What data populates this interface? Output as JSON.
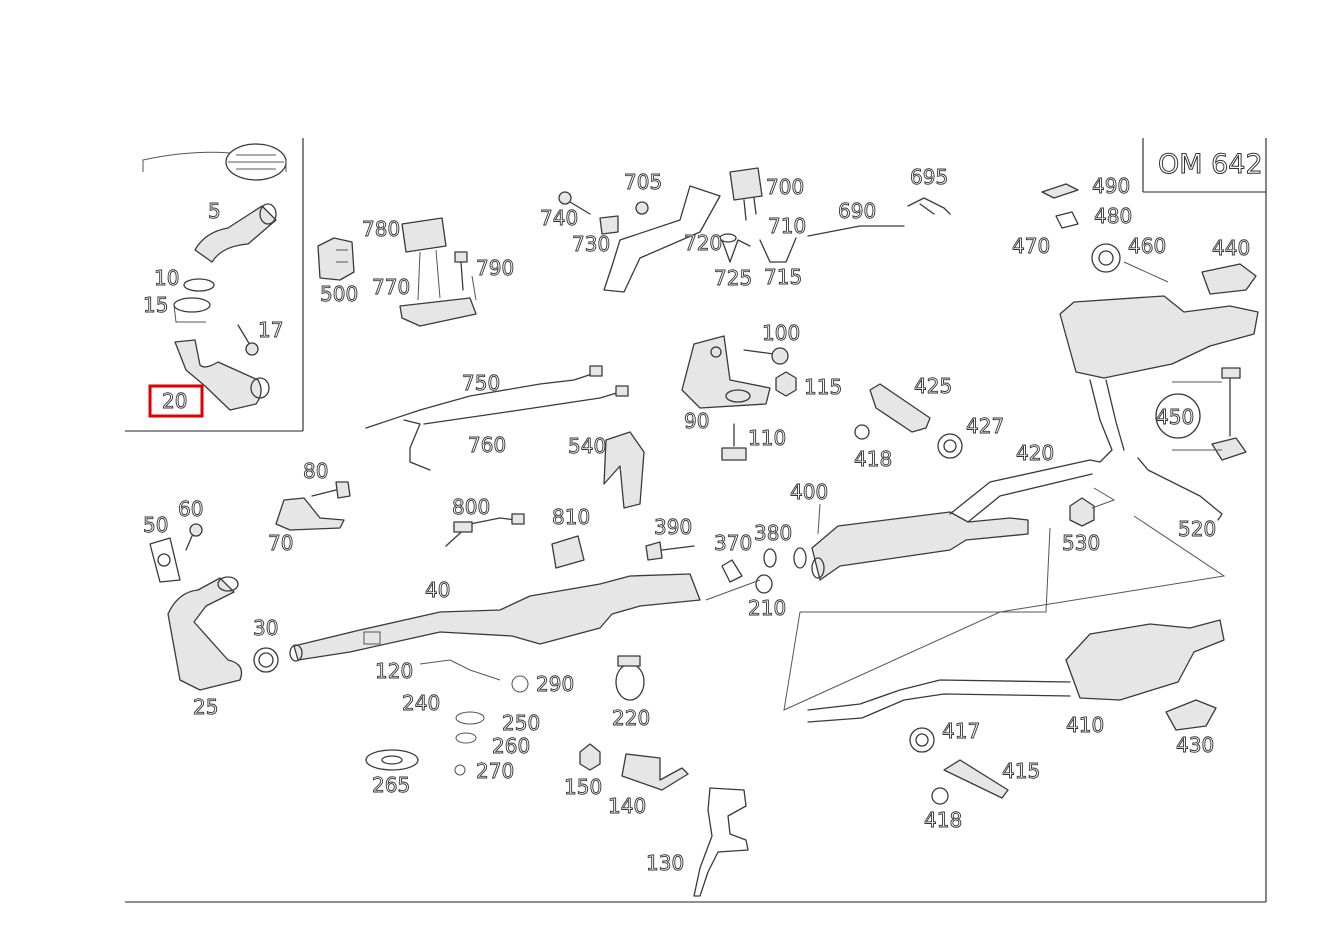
{
  "engine_code": "OM 642",
  "highlight_color": "#e00000",
  "highlighted_part": "20",
  "part_labels": {
    "p5": "5",
    "p10": "10",
    "p15": "15",
    "p17": "17",
    "p20": "20",
    "p25": "25",
    "p30": "30",
    "p40": "40",
    "p50": "50",
    "p60": "60",
    "p70": "70",
    "p80": "80",
    "p90": "90",
    "p100": "100",
    "p110": "110",
    "p115": "115",
    "p120": "120",
    "p130": "130",
    "p140": "140",
    "p150": "150",
    "p210": "210",
    "p220": "220",
    "p240": "240",
    "p250": "250",
    "p260": "260",
    "p265": "265",
    "p270": "270",
    "p290": "290",
    "p370": "370",
    "p380": "380",
    "p390": "390",
    "p400": "400",
    "p410": "410",
    "p415": "415",
    "p417": "417",
    "p418a": "418",
    "p418b": "418",
    "p420": "420",
    "p425": "425",
    "p427": "427",
    "p430": "430",
    "p440": "440",
    "p450": "450",
    "p460": "460",
    "p470": "470",
    "p480": "480",
    "p490": "490",
    "p500": "500",
    "p520": "520",
    "p530": "530",
    "p540": "540",
    "p690": "690",
    "p695": "695",
    "p700": "700",
    "p705": "705",
    "p710": "710",
    "p715": "715",
    "p720": "720",
    "p725": "725",
    "p730": "730",
    "p740": "740",
    "p750": "750",
    "p760": "760",
    "p770": "770",
    "p780": "780",
    "p790": "790",
    "p800": "800",
    "p810": "810"
  }
}
